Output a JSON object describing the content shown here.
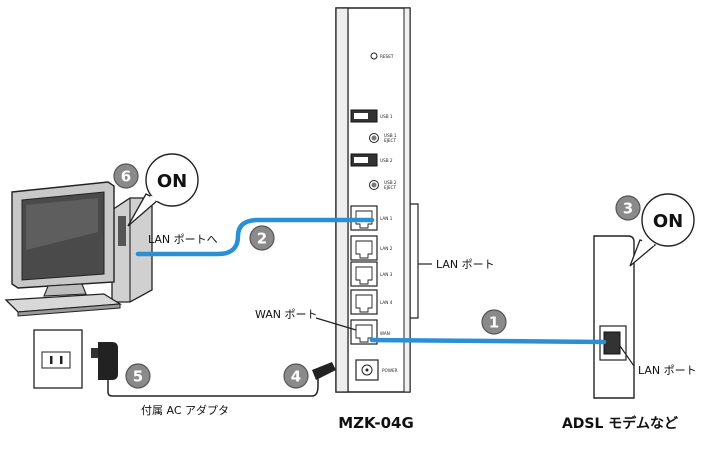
{
  "labels": {
    "router_name": "MZK-04G",
    "modem_name": "ADSL モデムなど",
    "adapter": "付属 AC アダプタ",
    "pc_lan": "LAN ポートへ",
    "router_lan_group": "LAN ポート",
    "router_wan": "WAN ポート",
    "modem_lan": "LAN ポート",
    "pc_on": "ON",
    "modem_on": "ON"
  },
  "router_panel": {
    "reset": "RESET",
    "usb1": "USB 1",
    "usb1_eject_1": "USB 1",
    "usb1_eject_2": "EJECT",
    "usb2": "USB 2",
    "usb2_eject_1": "USB 2",
    "usb2_eject_2": "EJECT",
    "lan1": "LAN 1",
    "lan2": "LAN 2",
    "lan3": "LAN 3",
    "lan4": "LAN 4",
    "wan": "WAN",
    "power": "POWER"
  },
  "steps": [
    "1",
    "2",
    "3",
    "4",
    "5",
    "6"
  ],
  "colors": {
    "cable": "#2b8fd6",
    "step_badge": "#8a8a8a",
    "outline": "#222222",
    "monitor_screen": "#4a4a4a"
  }
}
